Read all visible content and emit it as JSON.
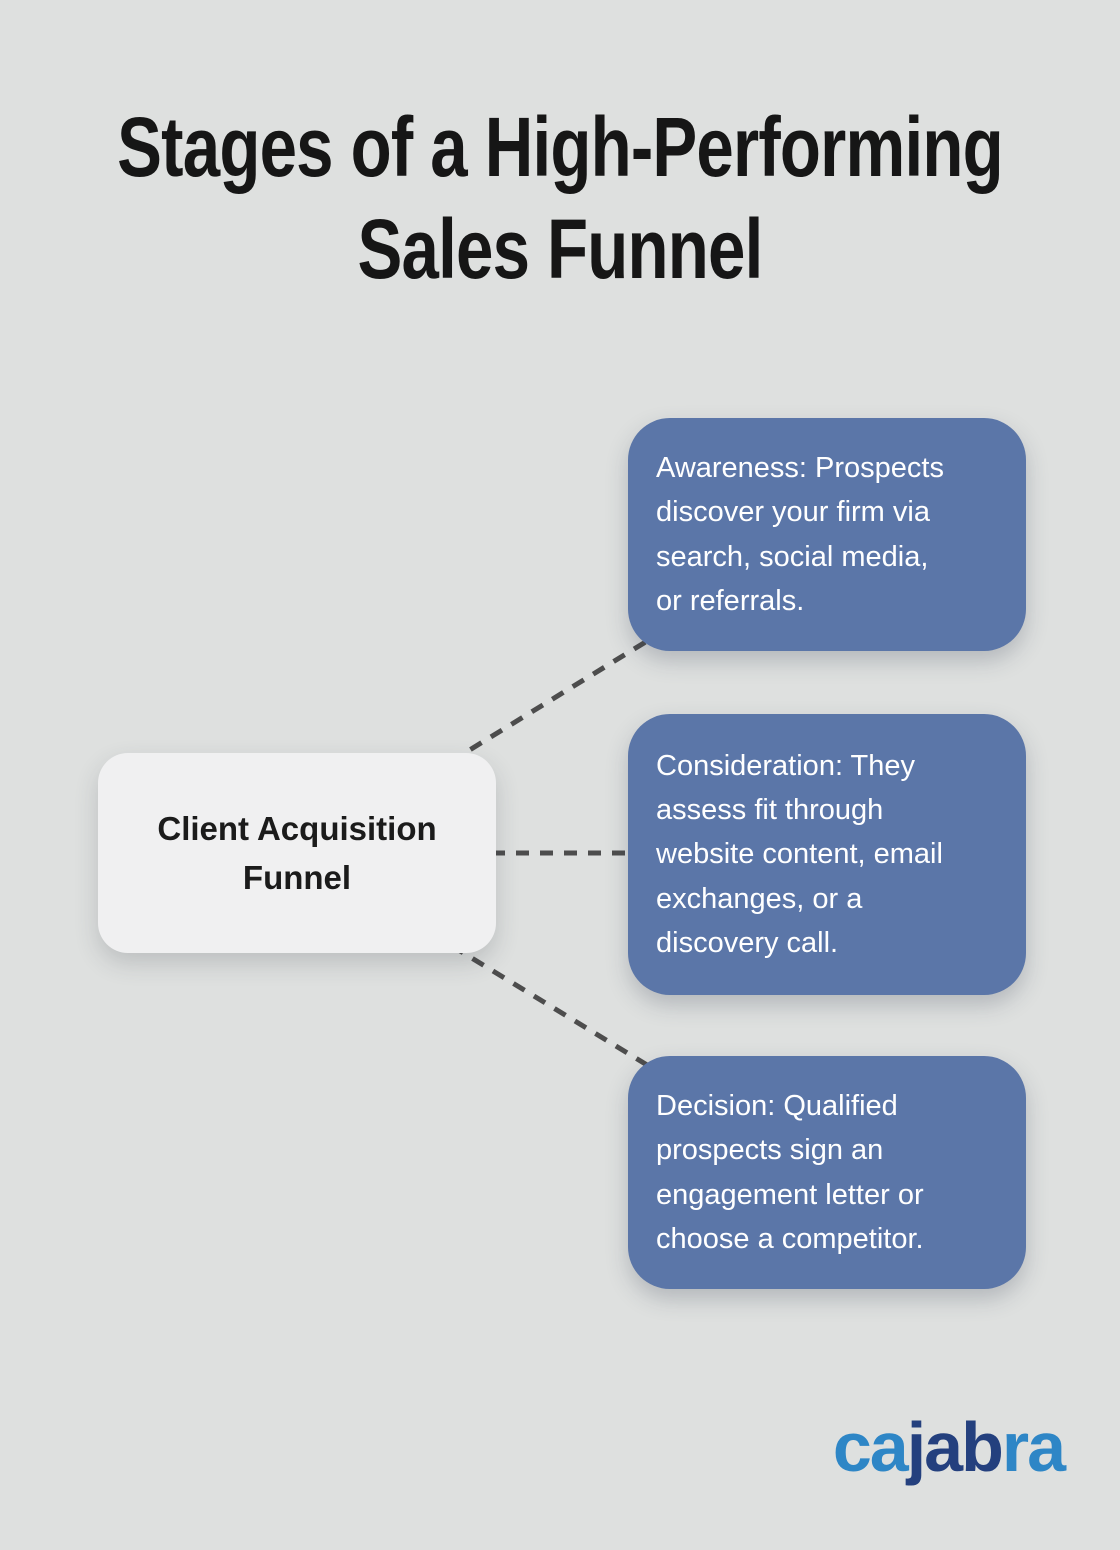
{
  "title": "Stages of a High-Performing\nSales Funnel",
  "center_node": {
    "label": "Client Acquisition\nFunnel"
  },
  "stages": [
    {
      "name": "Awareness",
      "text": "Awareness: Prospects\ndiscover your firm via\nsearch, social media,\nor referrals."
    },
    {
      "name": "Consideration",
      "text": "Consideration: They\nassess fit through\nwebsite content, email\nexchanges, or a\ndiscovery call."
    },
    {
      "name": "Decision",
      "text": "Decision: Qualified\nprospects sign an\nengagement letter or\nchoose a competitor."
    }
  ],
  "logo": {
    "full_text": "cajabra",
    "segments": [
      {
        "text": "ca",
        "color": "#2e86c6"
      },
      {
        "text": "jab",
        "color": "#24407e"
      },
      {
        "text": "ra",
        "color": "#2e86c6"
      }
    ]
  },
  "colors": {
    "background": "#dee0df",
    "stage_box": "#5b76a8",
    "center_box": "#f0f0f1",
    "connector": "#4d4d4d",
    "title_text": "#161616",
    "stage_text": "#ffffff",
    "logo_light": "#2e86c6",
    "logo_dark": "#24407e"
  }
}
